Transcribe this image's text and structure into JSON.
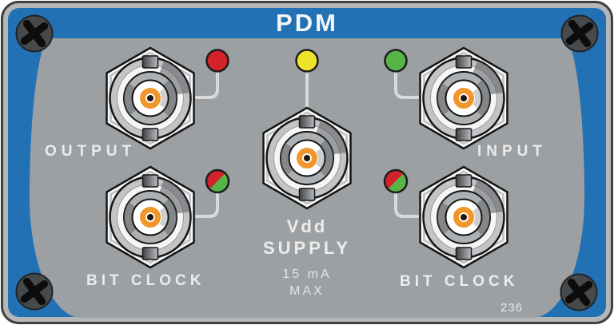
{
  "panel": {
    "title": "PDM",
    "part_number": "236",
    "supply_rating_line1": "15 mA",
    "supply_rating_line2": "MAX"
  },
  "connectors": {
    "output": {
      "label": "OUTPUT",
      "type": "BNC jack",
      "led": "red"
    },
    "input": {
      "label": "INPUT",
      "type": "BNC jack",
      "led": "green"
    },
    "vdd": {
      "label_line1": "Vdd",
      "label_line2": "SUPPLY",
      "type": "BNC jack",
      "led": "yellow"
    },
    "bit_clock_left": {
      "label": "BIT CLOCK",
      "type": "BNC jack",
      "led": "red-green"
    },
    "bit_clock_right": {
      "label": "BIT CLOCK",
      "type": "BNC jack",
      "led": "red-green"
    }
  },
  "icons": {
    "screw": "phillips-screw-icon",
    "led": "led-indicator-icon",
    "bnc": "bnc-connector-icon"
  },
  "colors": {
    "panel_blue": "#2371b5",
    "face_gray": "#9da0a3",
    "frame_gray": "#b4b6b8",
    "outline_dark": "#3e4042",
    "led_red": "#d2232a",
    "led_green": "#57b447",
    "led_yellow": "#efe32a",
    "label_text": "#ececec"
  }
}
